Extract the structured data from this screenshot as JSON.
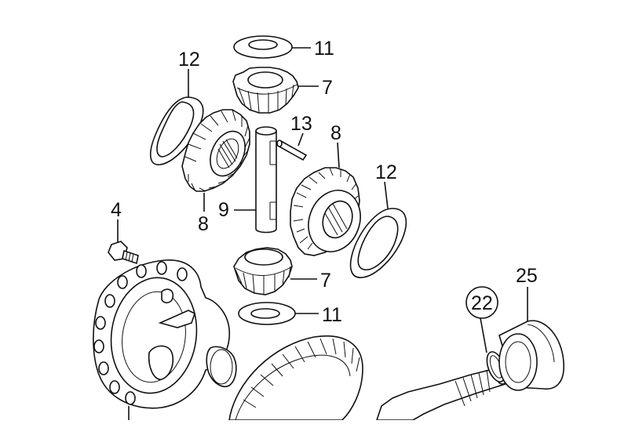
{
  "diagram": {
    "callouts": [
      {
        "id": "washer-top",
        "label": "11"
      },
      {
        "id": "pinion-top",
        "label": "7"
      },
      {
        "id": "thrust-left",
        "label": "12"
      },
      {
        "id": "pin-small",
        "label": "13"
      },
      {
        "id": "side-gear-right",
        "label": "8"
      },
      {
        "id": "thrust-right",
        "label": "12"
      },
      {
        "id": "shaft",
        "label": "9"
      },
      {
        "id": "side-gear-left",
        "label": "8"
      },
      {
        "id": "bolt",
        "label": "4"
      },
      {
        "id": "pinion-bottom",
        "label": "7"
      },
      {
        "id": "washer-bottom",
        "label": "11"
      },
      {
        "id": "bearing",
        "label": "25"
      },
      {
        "id": "seal-ring",
        "label": "22"
      }
    ]
  }
}
